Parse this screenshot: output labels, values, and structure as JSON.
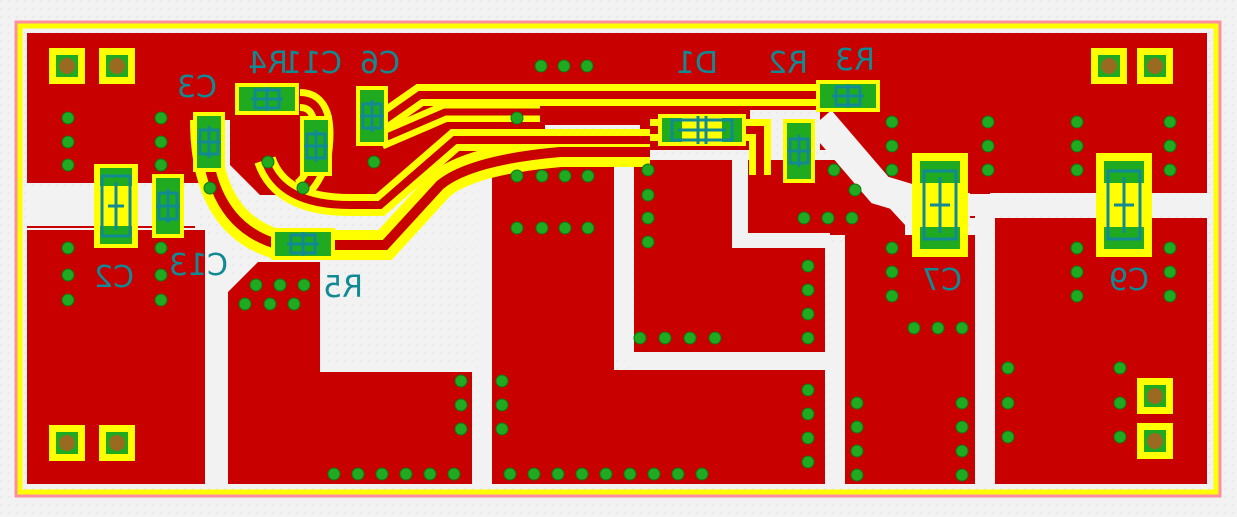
{
  "board": {
    "colors": {
      "background": "#f2f2f2",
      "copper": "#c80000",
      "silkscreen": "#ffff00",
      "via": "#1faa1f",
      "pad": "#1faa1f",
      "component_outline": "#118a94",
      "board_outline": "#ff8fa0"
    }
  },
  "components": [
    {
      "ref": "C2"
    },
    {
      "ref": "C3"
    },
    {
      "ref": "R4"
    },
    {
      "ref": "C11"
    },
    {
      "ref": "C6"
    },
    {
      "ref": "D1"
    },
    {
      "ref": "R2"
    },
    {
      "ref": "R3"
    },
    {
      "ref": "C13"
    },
    {
      "ref": "R5"
    },
    {
      "ref": "C7"
    },
    {
      "ref": "C9"
    }
  ]
}
